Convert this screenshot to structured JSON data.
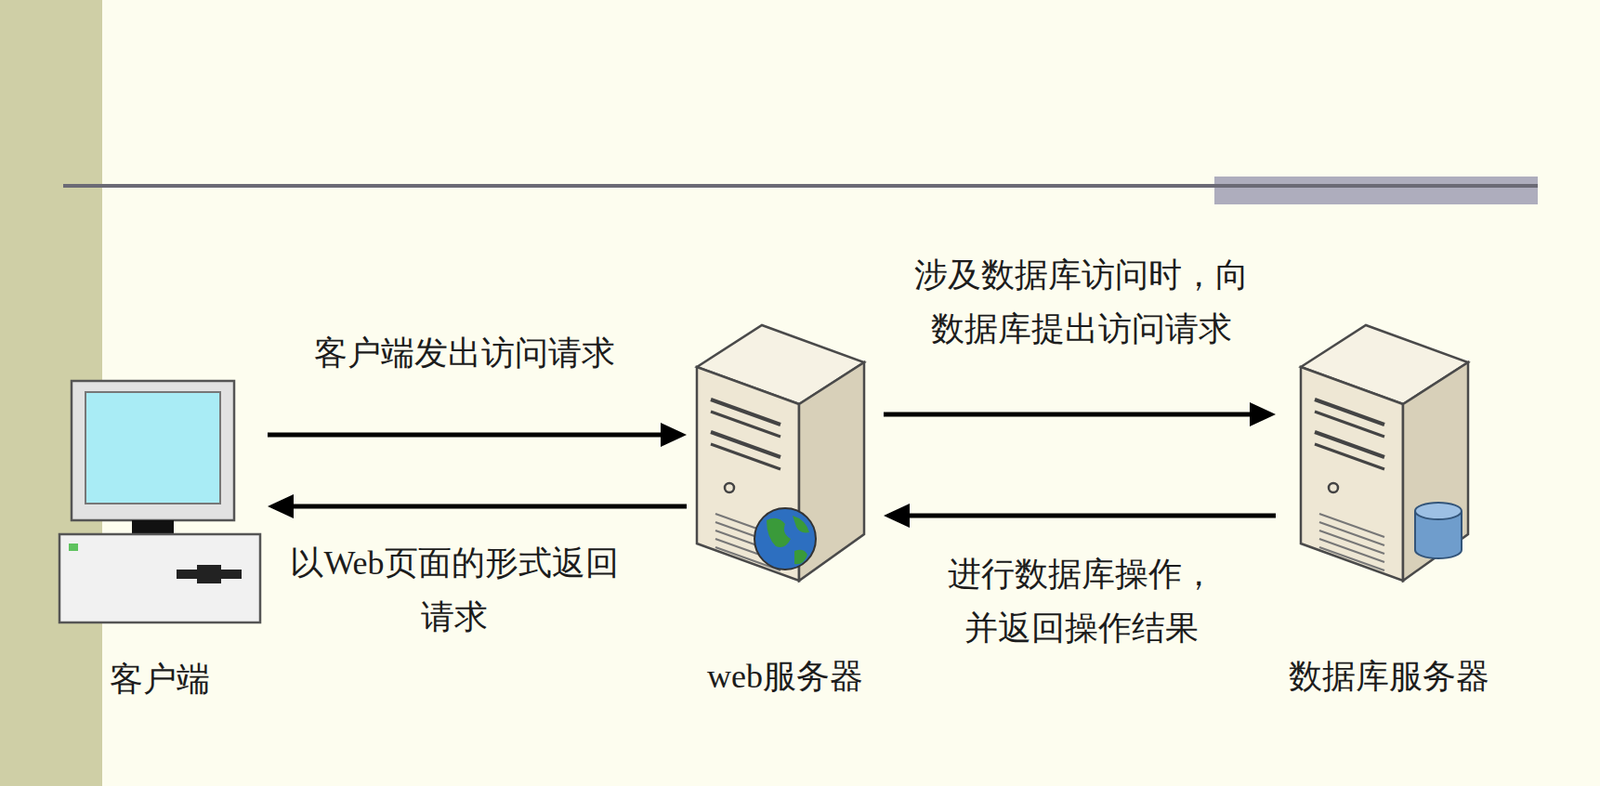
{
  "diagram": {
    "nodes": [
      {
        "text": [
          "客户端"
        ]
      },
      {
        "text": [
          "web服务器"
        ]
      },
      {
        "text": [
          "数据库服务器"
        ]
      }
    ],
    "edges": [
      {
        "from": 0,
        "to": 1,
        "arrow": "to",
        "label": "客户端发出访问请求"
      },
      {
        "from": 1,
        "to": 0,
        "arrow": "to",
        "label": "以Web页面的形式返回请求"
      },
      {
        "from": 1,
        "to": 2,
        "arrow": "to",
        "label": "涉及数据库访问时，向数据库提出访问请求"
      },
      {
        "from": 2,
        "to": 1,
        "arrow": "to",
        "label": "进行数据库操作，并返回操作结果"
      }
    ]
  }
}
